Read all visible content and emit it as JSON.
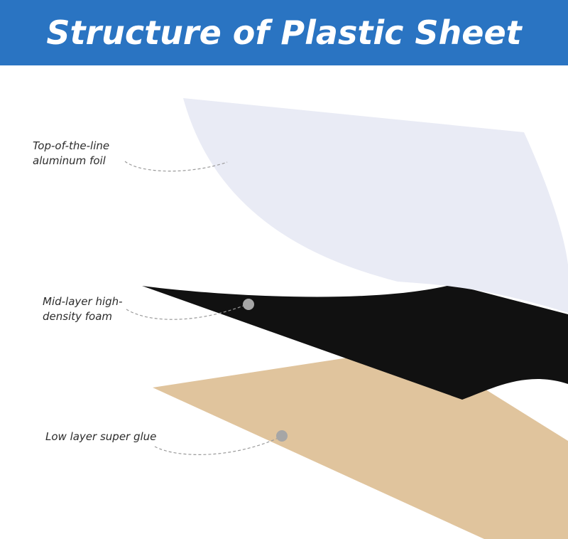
{
  "title": "Structure of Plastic Sheet",
  "colors": {
    "banner": "#2a74c2",
    "foil": "#e9ebf5",
    "foam": "#111111",
    "glue": "#e0c49d",
    "leader": "#9a9a9a",
    "marker": "#a6a6a6"
  },
  "layers": [
    {
      "name": "foil",
      "label_lines": [
        "Top-of-the-line",
        "aluminum foil"
      ]
    },
    {
      "name": "foam",
      "label_lines": [
        "Mid-layer high-",
        "density foam"
      ]
    },
    {
      "name": "glue",
      "label_lines": [
        "Low layer super glue"
      ]
    }
  ]
}
